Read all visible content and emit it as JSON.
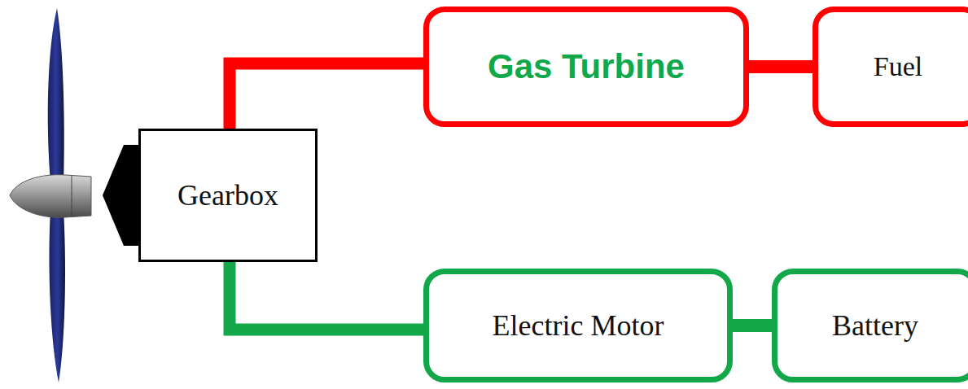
{
  "diagram": {
    "nodes": [
      {
        "text": [
          "Gearbox"
        ]
      },
      {
        "text": [
          "Gas Turbine"
        ]
      },
      {
        "text": [
          "Fuel"
        ]
      },
      {
        "text": [
          "Electric Motor"
        ]
      },
      {
        "text": [
          "Battery"
        ]
      }
    ],
    "edges": [
      {
        "from": 0,
        "to": 1,
        "arrow": "none"
      },
      {
        "from": 1,
        "to": 2,
        "arrow": "none"
      },
      {
        "from": 0,
        "to": 3,
        "arrow": "none"
      },
      {
        "from": 3,
        "to": 4,
        "arrow": "none"
      }
    ]
  }
}
